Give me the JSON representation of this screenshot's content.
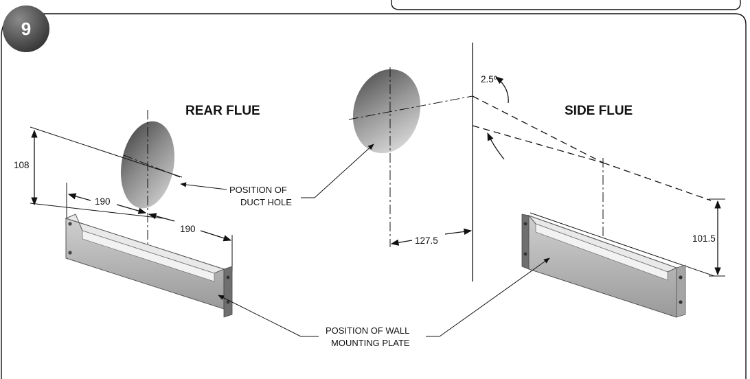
{
  "step": {
    "number": "9"
  },
  "rear_flue": {
    "title": "REAR FLUE",
    "dim_height": "108",
    "dim_left": "190",
    "dim_right": "190"
  },
  "side_flue": {
    "title": "SIDE FLUE",
    "angle": "2.5º",
    "dim_offset": "127.5",
    "dim_height": "101.5"
  },
  "callouts": {
    "duct_hole_line1": "POSITION OF",
    "duct_hole_line2": "DUCT HOLE",
    "plate_line1": "POSITION OF WALL",
    "plate_line2": "MOUNTING PLATE"
  }
}
